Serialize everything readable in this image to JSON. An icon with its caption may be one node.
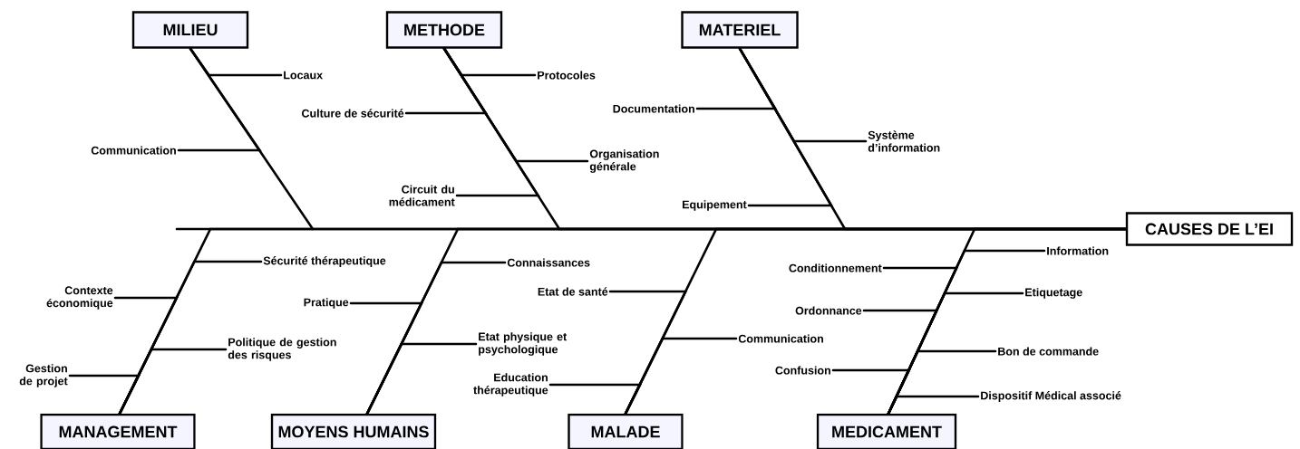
{
  "diagram": {
    "nodes": [
      {
        "text": [
          "MILIEU"
        ]
      },
      {
        "text": [
          "Locaux"
        ]
      },
      {
        "text": [
          "Communication"
        ]
      },
      {
        "text": [
          "METHODE"
        ]
      },
      {
        "text": [
          "Protocoles"
        ]
      },
      {
        "text": [
          "Culture de sécurité"
        ]
      },
      {
        "text": [
          "Organisation générale"
        ]
      },
      {
        "text": [
          "Circuit du médicament"
        ]
      },
      {
        "text": [
          "MATERIEL"
        ]
      },
      {
        "text": [
          "Documentation"
        ]
      },
      {
        "text": [
          "Système d’information"
        ]
      },
      {
        "text": [
          "Equipement"
        ]
      },
      {
        "text": [
          "CAUSES DE L’EI"
        ]
      },
      {
        "text": [
          "MANAGEMENT"
        ]
      },
      {
        "text": [
          "Sécurité thérapeutique"
        ]
      },
      {
        "text": [
          "Contexte économique"
        ]
      },
      {
        "text": [
          "Politique de gestion des risques"
        ]
      },
      {
        "text": [
          "Gestion de projet"
        ]
      },
      {
        "text": [
          "MOYENS HUMAINS"
        ]
      },
      {
        "text": [
          "Connaissances"
        ]
      },
      {
        "text": [
          "Pratique"
        ]
      },
      {
        "text": [
          "Etat physique et psychologique"
        ]
      },
      {
        "text": [
          "MALADE"
        ]
      },
      {
        "text": [
          "Etat de santé"
        ]
      },
      {
        "text": [
          "Communication"
        ]
      },
      {
        "text": [
          "Education thérapeutique"
        ]
      },
      {
        "text": [
          "MEDICAMENT"
        ]
      },
      {
        "text": [
          "Information"
        ]
      },
      {
        "text": [
          "Conditionnement"
        ]
      },
      {
        "text": [
          "Etiquetage"
        ]
      },
      {
        "text": [
          "Ordonnance"
        ]
      },
      {
        "text": [
          "Bon de commande"
        ]
      },
      {
        "text": [
          "Confusion"
        ]
      },
      {
        "text": [
          "Dispositif Médical associé"
        ]
      }
    ],
    "edges": [
      {
        "from": 0,
        "to": 12,
        "arrow": "none"
      },
      {
        "from": 1,
        "to": 0,
        "arrow": "none"
      },
      {
        "from": 2,
        "to": 0,
        "arrow": "none"
      },
      {
        "from": 3,
        "to": 12,
        "arrow": "none"
      },
      {
        "from": 4,
        "to": 3,
        "arrow": "none"
      },
      {
        "from": 5,
        "to": 3,
        "arrow": "none"
      },
      {
        "from": 6,
        "to": 3,
        "arrow": "none"
      },
      {
        "from": 7,
        "to": 3,
        "arrow": "none"
      },
      {
        "from": 8,
        "to": 12,
        "arrow": "none"
      },
      {
        "from": 9,
        "to": 8,
        "arrow": "none"
      },
      {
        "from": 10,
        "to": 8,
        "arrow": "none"
      },
      {
        "from": 11,
        "to": 8,
        "arrow": "none"
      },
      {
        "from": 13,
        "to": 12,
        "arrow": "none"
      },
      {
        "from": 14,
        "to": 13,
        "arrow": "none"
      },
      {
        "from": 15,
        "to": 13,
        "arrow": "none"
      },
      {
        "from": 16,
        "to": 13,
        "arrow": "none"
      },
      {
        "from": 17,
        "to": 13,
        "arrow": "none"
      },
      {
        "from": 18,
        "to": 12,
        "arrow": "none"
      },
      {
        "from": 19,
        "to": 18,
        "arrow": "none"
      },
      {
        "from": 20,
        "to": 18,
        "arrow": "none"
      },
      {
        "from": 21,
        "to": 18,
        "arrow": "none"
      },
      {
        "from": 22,
        "to": 12,
        "arrow": "none"
      },
      {
        "from": 23,
        "to": 22,
        "arrow": "none"
      },
      {
        "from": 24,
        "to": 22,
        "arrow": "none"
      },
      {
        "from": 25,
        "to": 22,
        "arrow": "none"
      },
      {
        "from": 26,
        "to": 12,
        "arrow": "none"
      },
      {
        "from": 27,
        "to": 26,
        "arrow": "none"
      },
      {
        "from": 28,
        "to": 26,
        "arrow": "none"
      },
      {
        "from": 29,
        "to": 26,
        "arrow": "none"
      },
      {
        "from": 30,
        "to": 26,
        "arrow": "none"
      },
      {
        "from": 31,
        "to": 26,
        "arrow": "none"
      },
      {
        "from": 32,
        "to": 26,
        "arrow": "none"
      },
      {
        "from": 33,
        "to": 26,
        "arrow": "none"
      }
    ]
  }
}
